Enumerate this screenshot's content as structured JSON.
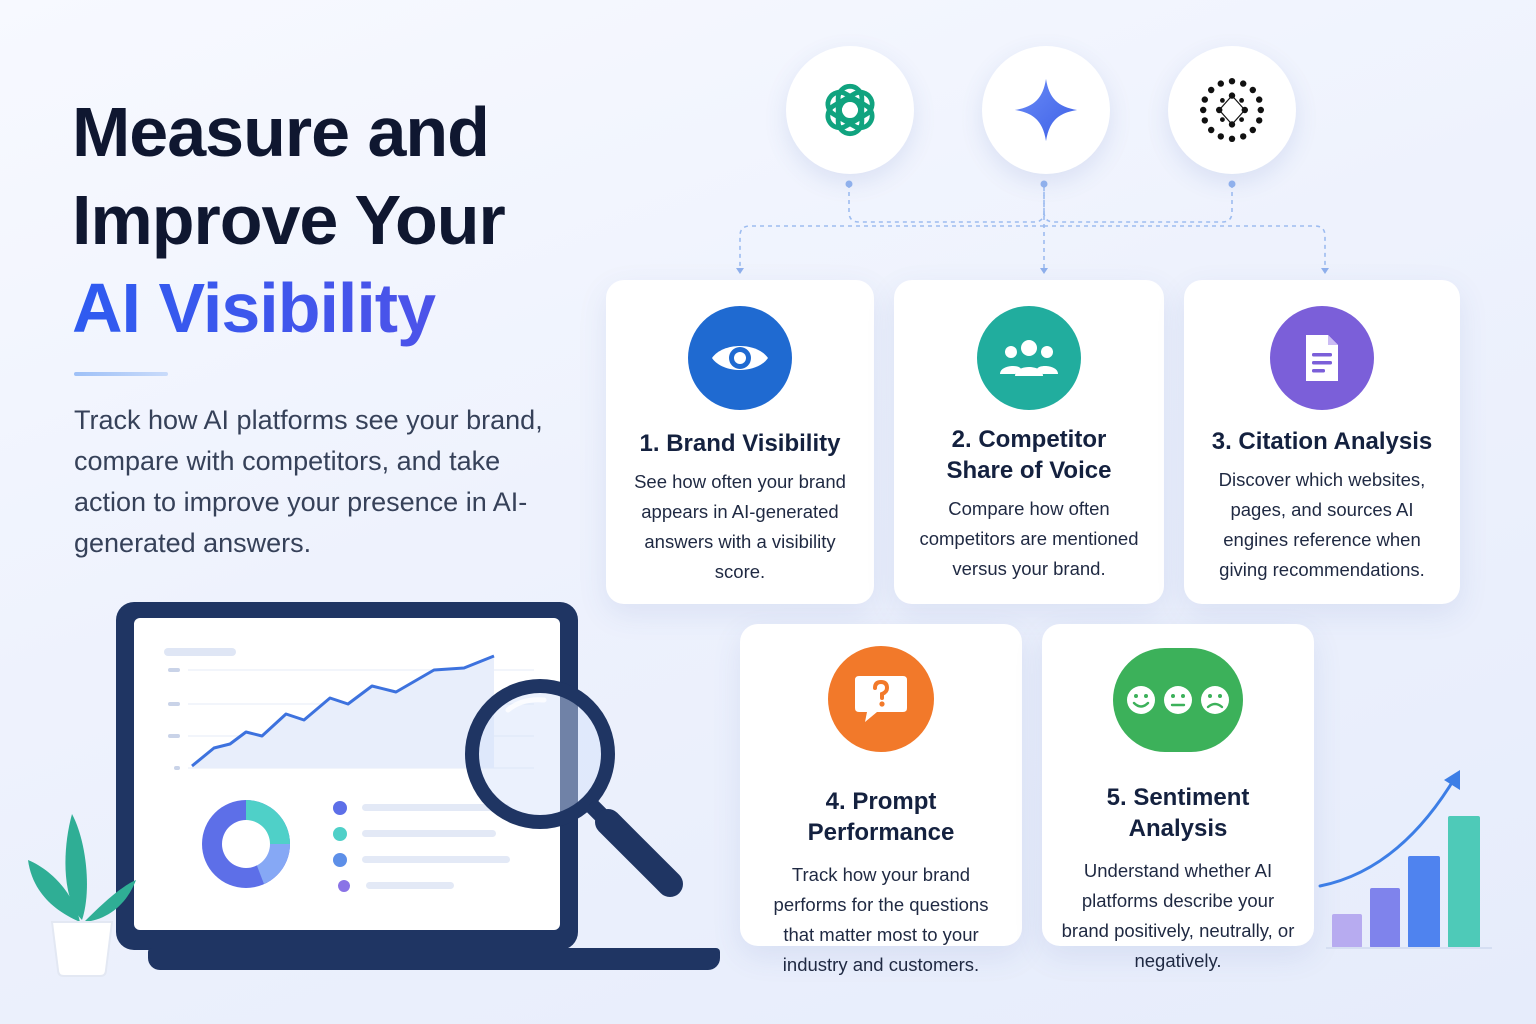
{
  "headline": {
    "line1": "Measure and",
    "line2": "Improve Your",
    "line3": "AI Visibility"
  },
  "subtext": "Track how AI platforms see your brand, compare with competitors, and take action to improve your presence in AI-generated answers.",
  "platforms": [
    {
      "icon": "openai-logo-icon",
      "color": "#10a37f"
    },
    {
      "icon": "gemini-sparkle-icon",
      "color": "#4a74f0"
    },
    {
      "icon": "perplexity-dots-icon",
      "color": "#111111"
    }
  ],
  "cards": [
    {
      "title": "1. Brand Visibility",
      "desc": "See how often your brand appears in AI-generated answers with a visibility score.",
      "icon": "eye-icon",
      "color": "#1f6ad1"
    },
    {
      "title_line1": "2. Competitor",
      "title_line2": "Share of Voice",
      "desc": "Compare how often competitors are mentioned versus your brand.",
      "icon": "users-icon",
      "color": "#21ad9e"
    },
    {
      "title": "3. Citation Analysis",
      "desc": "Discover which websites, pages, and sources AI engines reference when giving recommendations.",
      "icon": "document-icon",
      "color": "#7b5fd9"
    },
    {
      "title": "4. Prompt Performance",
      "desc": "Track how your brand performs for the questions that matter most to your industry and customers.",
      "icon": "question-bubble-icon",
      "color": "#f2792a"
    },
    {
      "title": "5. Sentiment Analysis",
      "desc": "Understand whether AI platforms describe your brand positively, neutrally, or negatively.",
      "icon": "sentiment-faces-icon",
      "color": "#3cb15a"
    }
  ],
  "colors": {
    "headline": "#0f1730",
    "accent": "#3b59ec",
    "laptop": "#1f3563"
  }
}
